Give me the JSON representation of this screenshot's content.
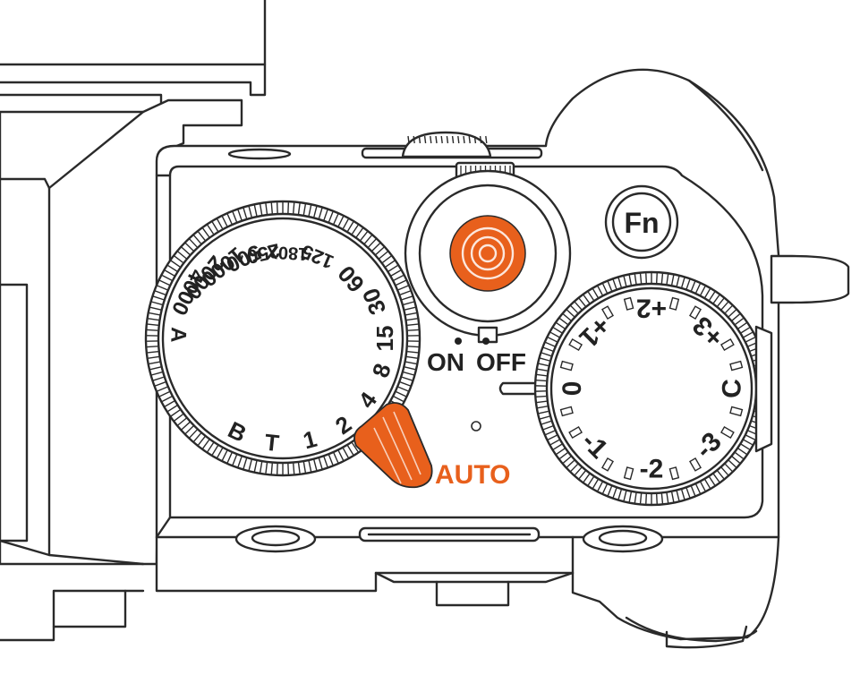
{
  "colors": {
    "accent": "#e8601c",
    "line": "#2a2a2a",
    "background": "#ffffff"
  },
  "labels": {
    "fn": "Fn",
    "on": "ON",
    "off": "OFF",
    "auto": "AUTO"
  },
  "shutter_dial": {
    "marks": [
      "A",
      "4000",
      "2000",
      "1000",
      "500",
      "250",
      "180X",
      "125",
      "60",
      "30",
      "15",
      "8",
      "4",
      "2",
      "1",
      "T",
      "B"
    ]
  },
  "exposure_dial": {
    "marks": [
      "0",
      "+1",
      "+2",
      "+3",
      "C",
      "-3",
      "-2",
      "-1"
    ]
  }
}
